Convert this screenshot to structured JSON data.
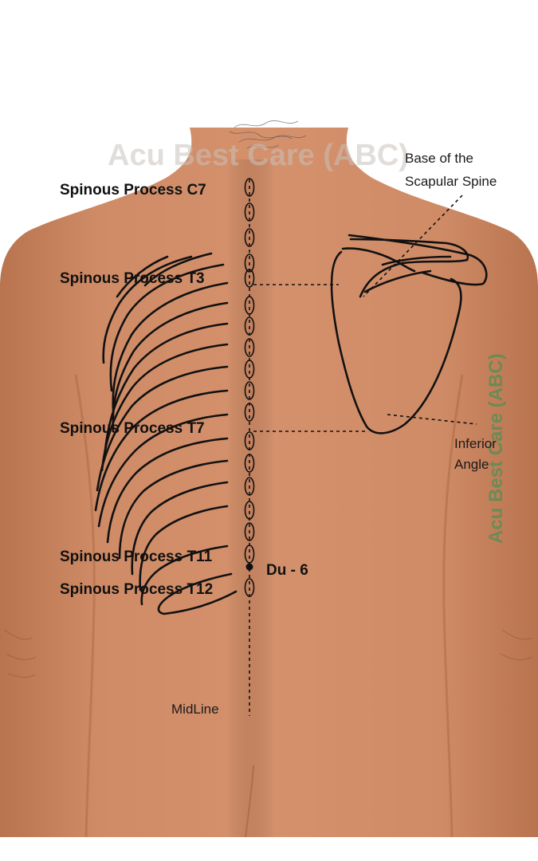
{
  "labels": {
    "c7": "Spinous Process C7",
    "t3": "Spinous Process T3",
    "t7": "Spinous Process T7",
    "t11": "Spinous Process T11",
    "t12": "Spinous Process T12",
    "du6": "Du - 6",
    "midline": "MidLine",
    "scapular_spine_line1": "Base of the",
    "scapular_spine_line2": "Scapular Spine",
    "inferior_angle_line1": "Inferior",
    "inferior_angle_line2": "Angle"
  },
  "watermark": {
    "horizontal": "Acu Best Care (ABC)",
    "vertical": "Acu Best Care (ABC)"
  },
  "colors": {
    "skin": "#cf8c68",
    "skin_shadow": "#b9744f",
    "ink": "#111111",
    "watermark_gray": "#c9c1bb",
    "watermark_green": "#6d8a55"
  }
}
